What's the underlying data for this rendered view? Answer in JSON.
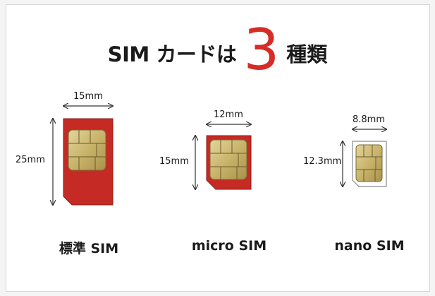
{
  "title": {
    "prefix": "SIM カードは",
    "number": "3",
    "suffix": "種類"
  },
  "colors": {
    "accent": "#d62b26",
    "sim_red": "#c62a24",
    "chip_gold": "#c8b56e"
  },
  "sims": [
    {
      "label": "標準 SIM",
      "width": "15mm",
      "height": "25mm"
    },
    {
      "label": "micro SIM",
      "width": "12mm",
      "height": "15mm"
    },
    {
      "label": "nano SIM",
      "width": "8.8mm",
      "height": "12.3mm"
    }
  ]
}
